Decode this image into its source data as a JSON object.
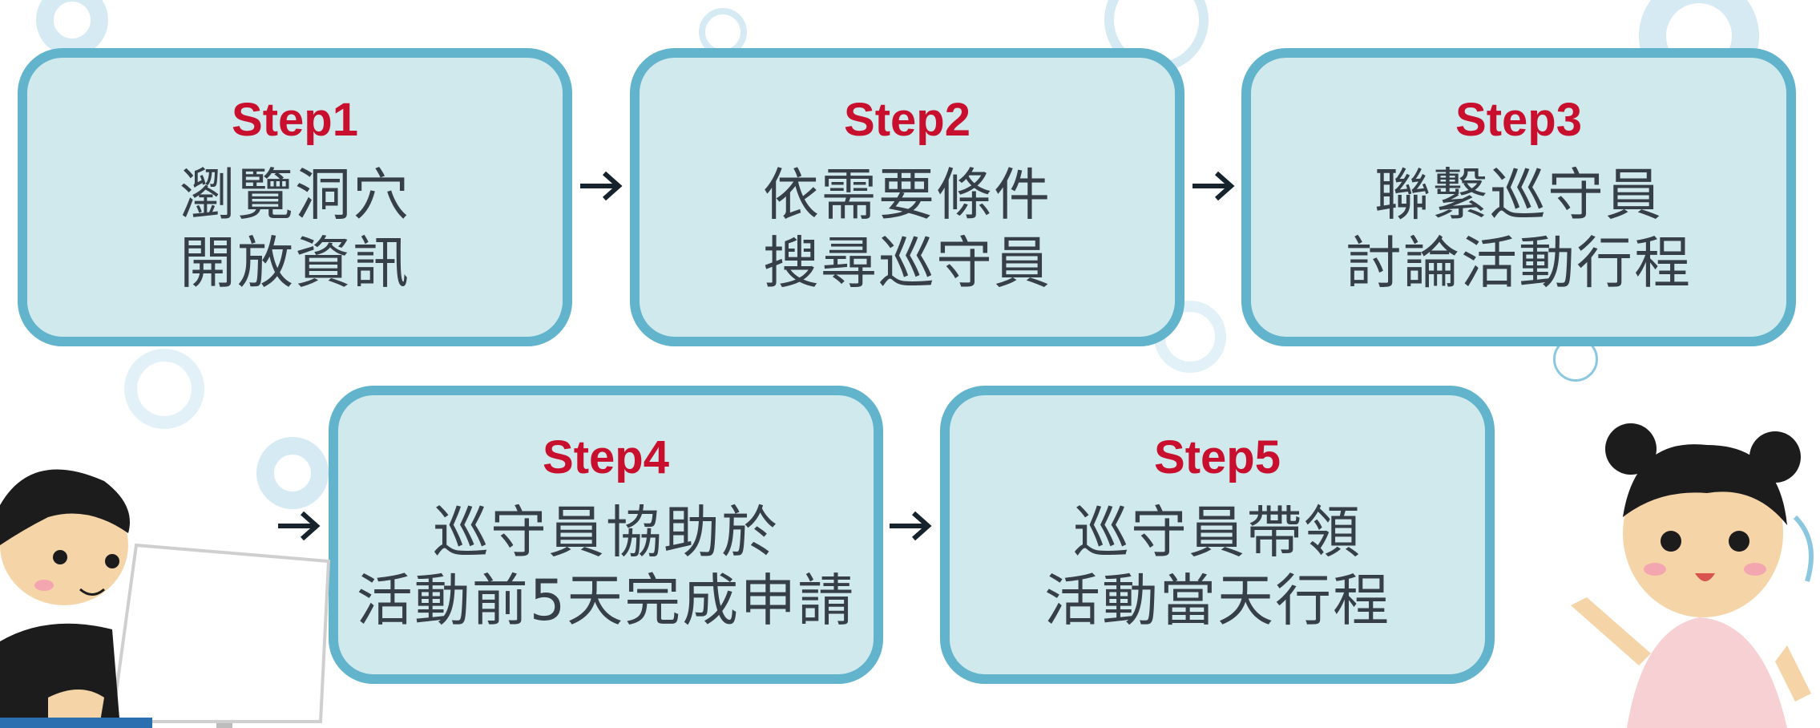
{
  "steps": [
    {
      "label": "Step1",
      "lines": [
        "瀏覽洞穴",
        "開放資訊"
      ]
    },
    {
      "label": "Step2",
      "lines": [
        "依需要條件",
        "搜尋巡守員"
      ]
    },
    {
      "label": "Step3",
      "lines": [
        "聯繫巡守員",
        "討論活動行程"
      ]
    },
    {
      "label": "Step4",
      "lines": [
        "巡守員協助於",
        "活動前5天完成申請"
      ]
    },
    {
      "label": "Step5",
      "lines": [
        "巡守員帶領",
        "活動當天行程"
      ]
    }
  ],
  "colors": {
    "border": "#62b3cc",
    "fill": "#d0e9ec",
    "step": "#c8102e",
    "text": "#363e47",
    "arrow": "#16232d"
  }
}
